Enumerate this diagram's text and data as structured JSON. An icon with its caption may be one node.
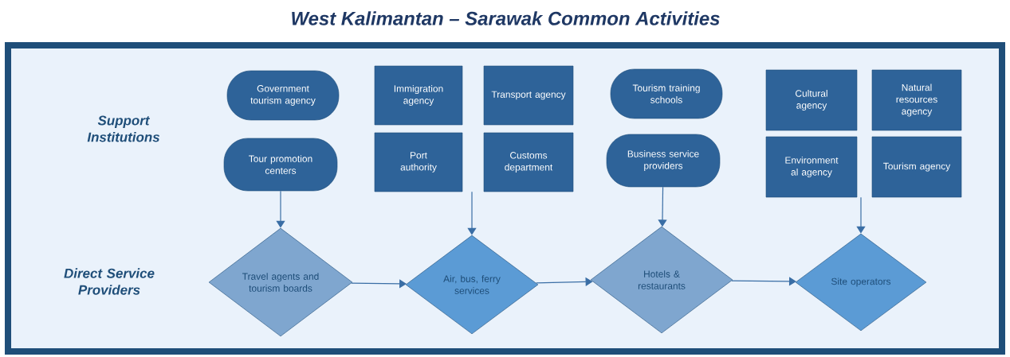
{
  "diagram": {
    "title": "West Kalimantan – Sarawak Common Activities",
    "nodes": [
      {
        "text": [
          "Government tourism agency"
        ]
      },
      {
        "text": [
          "Tour promotion centers"
        ]
      },
      {
        "text": [
          "Immigration agency"
        ]
      },
      {
        "text": [
          "Transport agency"
        ]
      },
      {
        "text": [
          "Port authority"
        ]
      },
      {
        "text": [
          "Customs department"
        ]
      },
      {
        "text": [
          "Tourism training schools"
        ]
      },
      {
        "text": [
          "Business service providers"
        ]
      },
      {
        "text": [
          "Cultural agency"
        ]
      },
      {
        "text": [
          "Natural resources agency"
        ]
      },
      {
        "text": [
          "Environment al agency"
        ]
      },
      {
        "text": [
          "Tourism agency"
        ]
      },
      {
        "text": [
          "Travel agents and tourism boards"
        ]
      },
      {
        "text": [
          "Air, bus, ferry services"
        ]
      },
      {
        "text": [
          "Hotels & restaurants"
        ]
      },
      {
        "text": [
          "Site operators"
        ]
      }
    ],
    "edges": [
      {
        "from": 1,
        "to": 12,
        "arrow": "to"
      },
      {
        "from": 4,
        "to": 13,
        "arrow": "to"
      },
      {
        "from": 7,
        "to": 14,
        "arrow": "to"
      },
      {
        "from": 10,
        "to": 15,
        "arrow": "to"
      },
      {
        "from": 12,
        "to": 13,
        "arrow": "to"
      },
      {
        "from": 13,
        "to": 14,
        "arrow": "to"
      },
      {
        "from": 14,
        "to": 15,
        "arrow": "to"
      }
    ],
    "labels": [
      "Support Institutions",
      "Direct Service Providers"
    ]
  }
}
